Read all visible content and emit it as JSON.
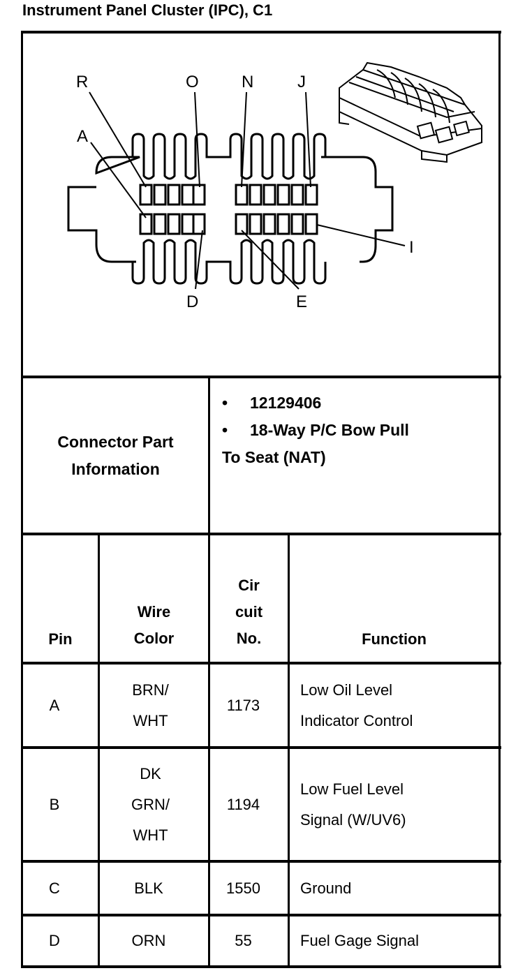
{
  "title": "Instrument Panel Cluster (IPC), C1",
  "connector_labels": {
    "R": "R",
    "O": "O",
    "N": "N",
    "J": "J",
    "A": "A",
    "I": "I",
    "D": "D",
    "E": "E"
  },
  "connector_info": {
    "label_line1": "Connector Part",
    "label_line2": "Information",
    "bullet": "•",
    "part_number": "12129406",
    "desc_line1": "18-Way P/C Bow Pull",
    "desc_line2": "To Seat (NAT)"
  },
  "table": {
    "headers": {
      "pin": "Pin",
      "wire_1": "Wire",
      "wire_2": "Color",
      "circuit_1": "Cir",
      "circuit_2": "cuit",
      "circuit_3": "No.",
      "function": "Function"
    },
    "rows": [
      {
        "pin": "A",
        "wire": [
          "BRN/",
          "WHT"
        ],
        "circuit": "1173",
        "function": [
          "Low Oil Level",
          "Indicator Control"
        ]
      },
      {
        "pin": "B",
        "wire": [
          "DK",
          "GRN/",
          "WHT"
        ],
        "circuit": "1194",
        "function": [
          "Low Fuel Level",
          "Signal (W/UV6)"
        ]
      },
      {
        "pin": "C",
        "wire": [
          "BLK"
        ],
        "circuit": "1550",
        "function": [
          "Ground"
        ]
      },
      {
        "pin": "D",
        "wire": [
          "ORN"
        ],
        "circuit": "55",
        "function": [
          "Fuel Gage Signal"
        ]
      }
    ]
  }
}
